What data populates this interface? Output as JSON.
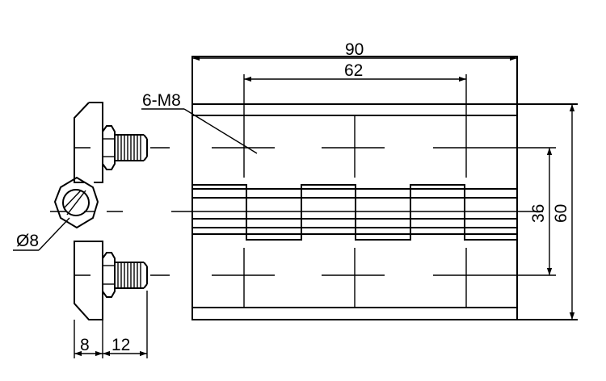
{
  "drawing": {
    "labels": {
      "overall_width": "90",
      "hole_spacing_x": "62",
      "hole_spec": "6-M8",
      "hole_spacing_y": "36",
      "overall_height": "60",
      "pin_diameter": "Ø8",
      "side_leaf_thickness": "8",
      "side_bolt_length": "12"
    }
  }
}
